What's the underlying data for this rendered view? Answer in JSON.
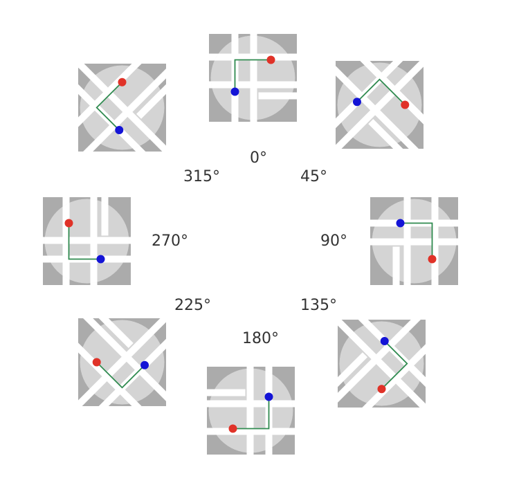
{
  "colors": {
    "tile_bg": "#ababab",
    "disc": "#d4d4d4",
    "road": "#ffffff",
    "route": "#2f8a4f",
    "start_dot": "#1414d6",
    "end_dot": "#e03228",
    "label_text": "#333333"
  },
  "rotations": [
    {
      "id": "r0",
      "label": "0°",
      "angle": 0
    },
    {
      "id": "r45",
      "label": "45°",
      "angle": 45
    },
    {
      "id": "r90",
      "label": "90°",
      "angle": 90
    },
    {
      "id": "r135",
      "label": "135°",
      "angle": 135
    },
    {
      "id": "r180",
      "label": "180°",
      "angle": 180
    },
    {
      "id": "r225",
      "label": "225°",
      "angle": 225
    },
    {
      "id": "r270",
      "label": "270°",
      "angle": 270
    },
    {
      "id": "r315",
      "label": "315°",
      "angle": 315
    }
  ]
}
